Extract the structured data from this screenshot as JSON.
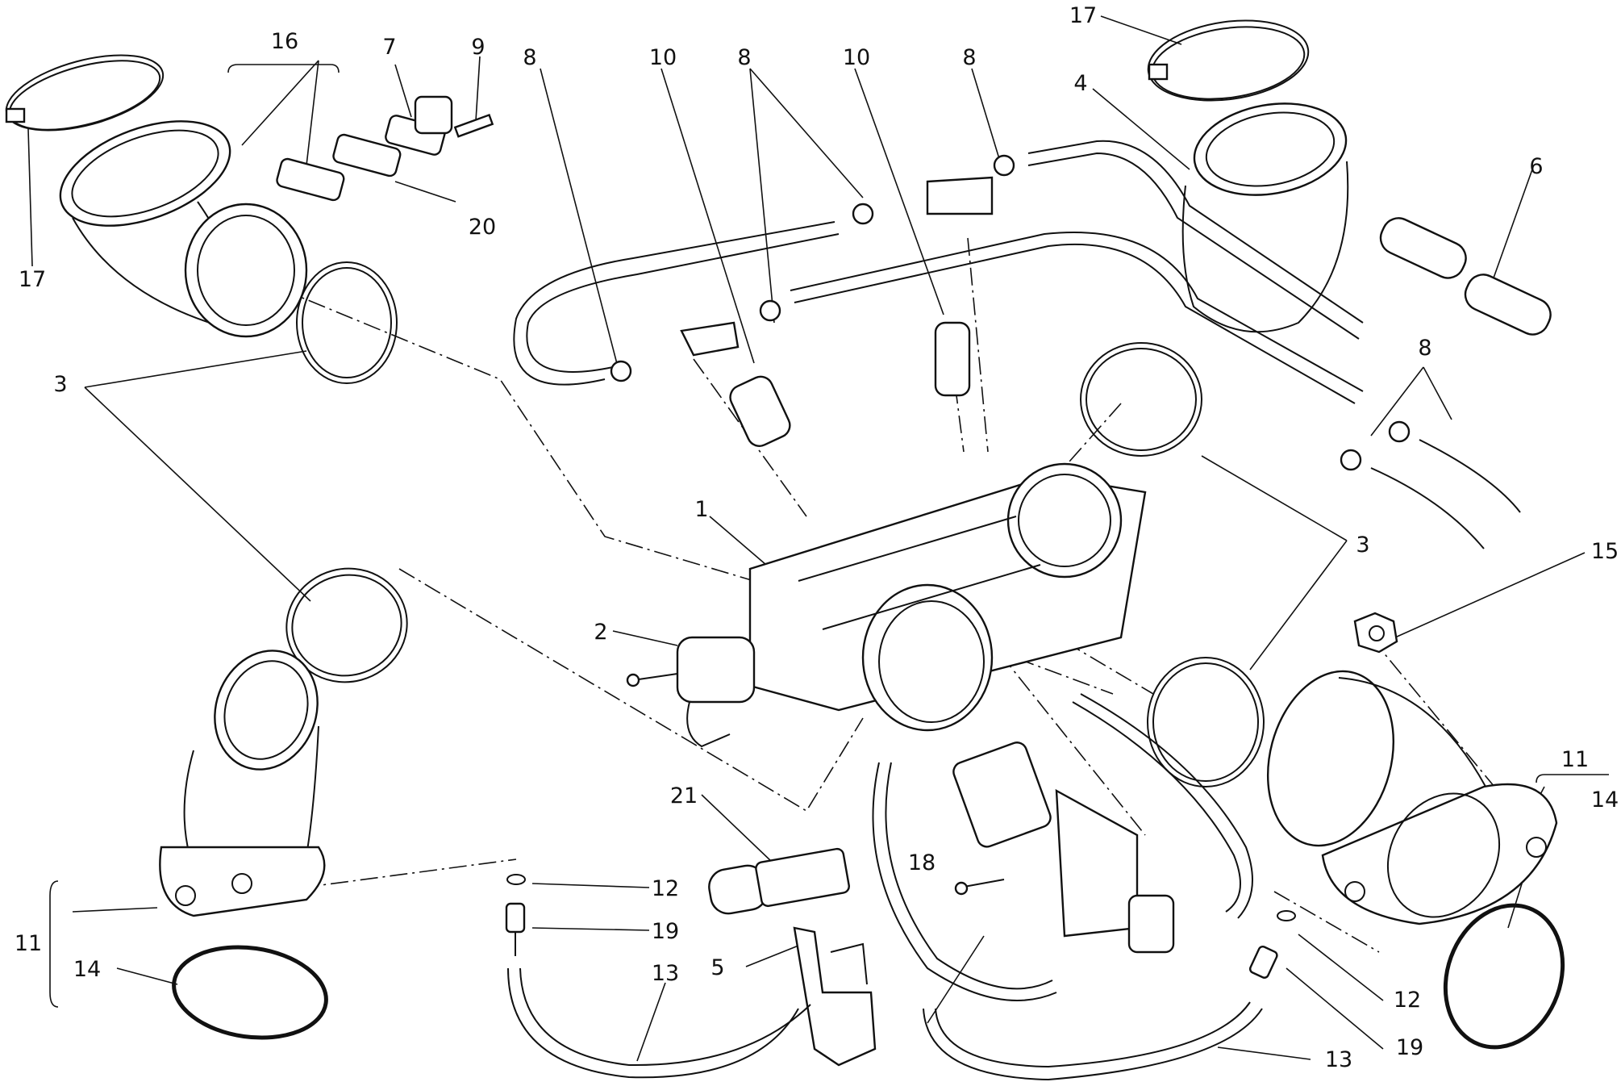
{
  "diagram": {
    "callouts": [
      {
        "id": "c1",
        "text": "1"
      },
      {
        "id": "c2",
        "text": "2"
      },
      {
        "id": "c3a",
        "text": "3"
      },
      {
        "id": "c3b",
        "text": "3"
      },
      {
        "id": "c4",
        "text": "4"
      },
      {
        "id": "c5",
        "text": "5"
      },
      {
        "id": "c6",
        "text": "6"
      },
      {
        "id": "c7",
        "text": "7"
      },
      {
        "id": "c8a",
        "text": "8"
      },
      {
        "id": "c8b",
        "text": "8"
      },
      {
        "id": "c8c",
        "text": "8"
      },
      {
        "id": "c8d",
        "text": "8"
      },
      {
        "id": "c9",
        "text": "9"
      },
      {
        "id": "c10a",
        "text": "10"
      },
      {
        "id": "c10b",
        "text": "10"
      },
      {
        "id": "c11a",
        "text": "11"
      },
      {
        "id": "c11b",
        "text": "11"
      },
      {
        "id": "c12a",
        "text": "12"
      },
      {
        "id": "c12b",
        "text": "12"
      },
      {
        "id": "c13a",
        "text": "13"
      },
      {
        "id": "c13b",
        "text": "13"
      },
      {
        "id": "c14a",
        "text": "14"
      },
      {
        "id": "c14b",
        "text": "14"
      },
      {
        "id": "c15",
        "text": "15"
      },
      {
        "id": "c16",
        "text": "16"
      },
      {
        "id": "c17a",
        "text": "17"
      },
      {
        "id": "c17b",
        "text": "17"
      },
      {
        "id": "c18",
        "text": "18"
      },
      {
        "id": "c19a",
        "text": "19"
      },
      {
        "id": "c19b",
        "text": "19"
      },
      {
        "id": "c20",
        "text": "20"
      },
      {
        "id": "c21",
        "text": "21"
      }
    ]
  }
}
